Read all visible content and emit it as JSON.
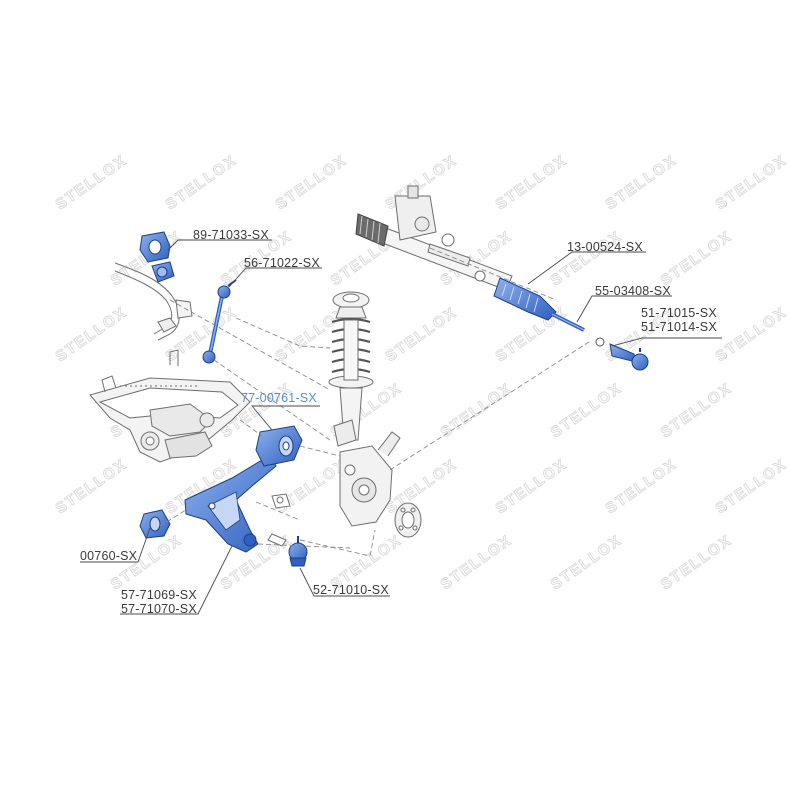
{
  "watermark": {
    "text": "STELLOX"
  },
  "labels": {
    "sway_bar_bushing": "89-71033-SX",
    "stabilizer_link": "56-71022-SX",
    "steering_rack": "13-00524-SX",
    "tie_rod": "55-03408-SX",
    "tie_rod_end_right": "51-71015-SX",
    "tie_rod_end_left": "51-71014-SX",
    "rear_arm_bushing": "77-00761-SX",
    "front_arm_bushing": "00760-SX",
    "control_arm_a": "57-71069-SX",
    "control_arm_b": "57-71070-SX",
    "ball_joint": "52-71010-SX"
  },
  "colors": {
    "highlight": "#3b6fd0",
    "highlight_light": "#7fa6e8",
    "line": "#5a5a5a",
    "watermark": "#dcdcdc"
  }
}
